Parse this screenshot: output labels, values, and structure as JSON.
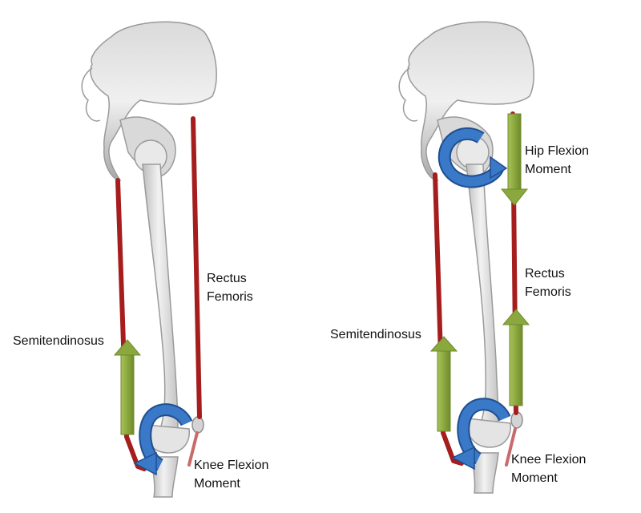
{
  "panels": [
    {
      "id": "left",
      "labels": {
        "rectus_line1": "Rectus",
        "rectus_line2": "Femoris",
        "semitendinosus": "Semitendinosus",
        "knee_line1": "Knee Flexion",
        "knee_line2": "Moment"
      }
    },
    {
      "id": "right",
      "labels": {
        "hip_line1": "Hip Flexion",
        "hip_line2": "Moment",
        "rectus_line1": "Rectus",
        "rectus_line2": "Femoris",
        "semitendinosus": "Semitendinosus",
        "knee_line1": "Knee Flexion",
        "knee_line2": "Moment"
      }
    }
  ],
  "colors": {
    "muscle": "#a61d1d",
    "muscle_light": "#c96b6b",
    "force_arrow": "#8aa83e",
    "force_arrow_edge": "#6f8a2c",
    "moment_arrow": "#3a78c8",
    "moment_arrow_edge": "#1f4f8f",
    "bone": "#e6e6e6",
    "bone_edge": "#9a9a9a"
  },
  "icons": [
    "pelvis-bone",
    "femur-bone",
    "patella-bone",
    "tibia-bone",
    "force-arrow-icon",
    "moment-arrow-icon"
  ]
}
